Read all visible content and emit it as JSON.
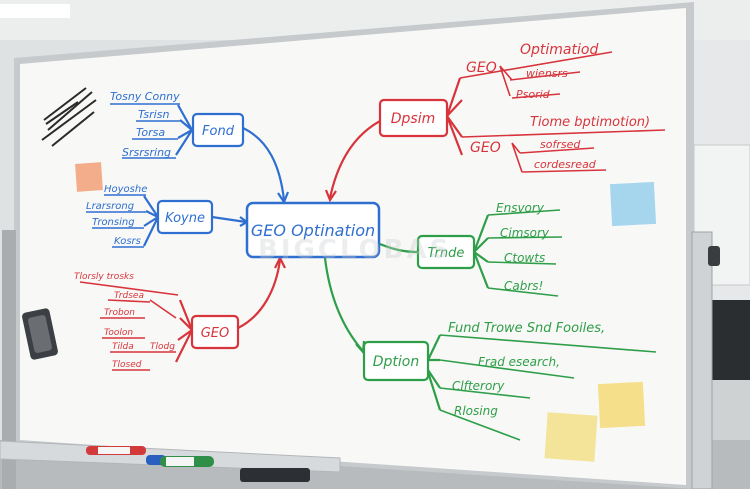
{
  "colors": {
    "blue": "#2f6fd0",
    "red": "#d8343c",
    "green": "#2f9e49",
    "board": "#f7f8f6",
    "frame": "#c9cdd0",
    "sticky_orange": "#f6b08d",
    "sticky_blue": "#9fd3ec",
    "sticky_yellow": "#f7e08a"
  },
  "center": {
    "label": "GEO Optination"
  },
  "blue_branch": {
    "top_node": "Fond",
    "top_leaves": [
      "Tosny Conny",
      "Tsrisn",
      "Torsa",
      "Srsrsring"
    ],
    "mid_node": "Koyne",
    "mid_leaves": [
      "Hoyoshe",
      "Lrarsrong",
      "Tronsing",
      "Kosrs"
    ]
  },
  "red_top": {
    "node": "Dpsim",
    "sub1_label": "GEO",
    "sub1_title": "Optimatiod",
    "sub1_leaves": [
      "wiensrs",
      "Psorid"
    ],
    "sub2_label": "GEO",
    "sub2_title": "Tiome bptimotion)",
    "sub2_leaves": [
      "sofrsed",
      "cordesread"
    ]
  },
  "red_bottom": {
    "node": "GEO",
    "leaves": [
      "Tlorsly trosks",
      "Trdsea",
      "Trobon",
      "Toolon",
      "Tlodg",
      "Tilda",
      "Tlosed"
    ]
  },
  "green_mid": {
    "node": "Trnde",
    "leaves": [
      "Ensvory",
      "Cimsory",
      "Ctowts",
      "Cabrs!"
    ]
  },
  "green_bottom": {
    "node": "Dption",
    "leaves": [
      "Fund Trowe Snd Fooiles,",
      "Frad esearch,",
      "Clfterory",
      "Rlosing"
    ]
  },
  "watermark": "BIGCLOBAS"
}
